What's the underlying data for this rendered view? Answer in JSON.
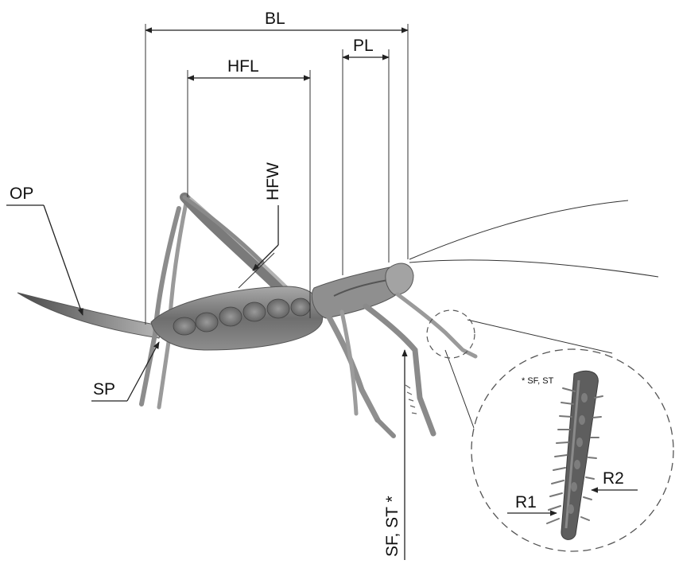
{
  "labels": {
    "bl": "BL",
    "hfl": "HFL",
    "pl": "PL",
    "hfw": "HFW",
    "op": "OP",
    "sp": "SP",
    "sf_st": "SF, ST *",
    "inset_note": "* SF, ST",
    "r1": "R1",
    "r2": "R2"
  }
}
